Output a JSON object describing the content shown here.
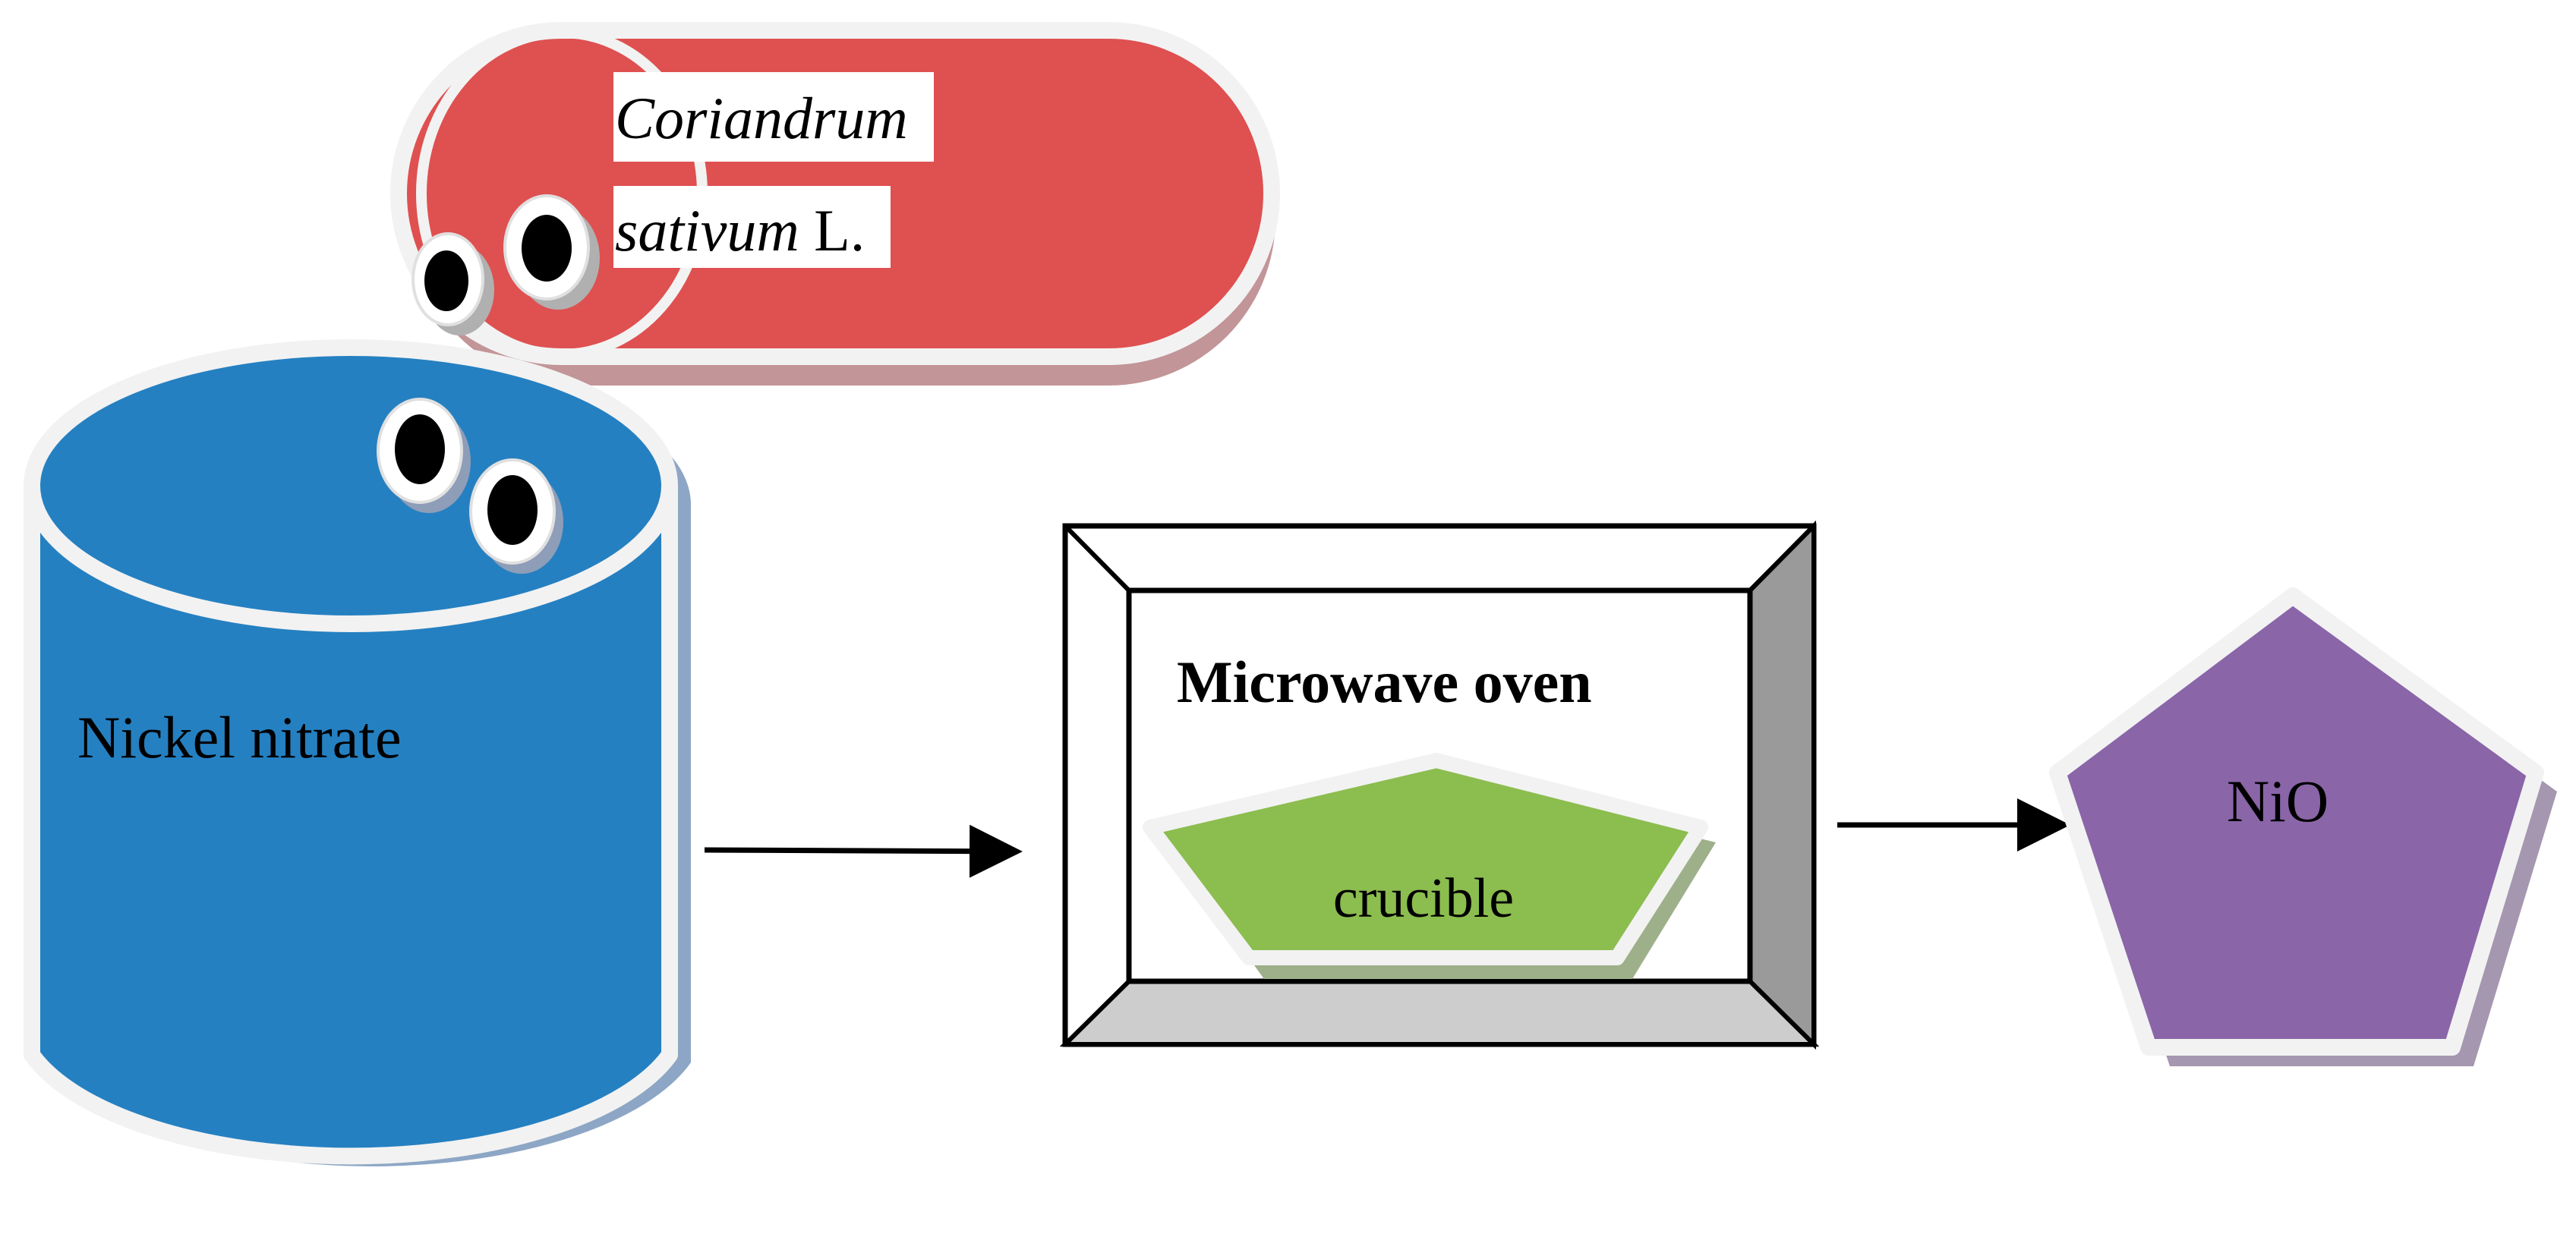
{
  "labels": {
    "plant_line1": "Coriandrum",
    "plant_line2_italic": "sativum",
    "plant_line2_rest": " L.",
    "nickel": "Nickel nitrate",
    "oven": "Microwave oven",
    "crucible": "crucible",
    "product": "NiO"
  },
  "colors": {
    "plant_capsule": "#DF5050",
    "nickel_cylinder": "#2580C1",
    "crucible": "#8CBD4F",
    "product": "#8A65A8",
    "oven_side": "#9A9A9A",
    "oven_floor": "#CDCDCD"
  }
}
